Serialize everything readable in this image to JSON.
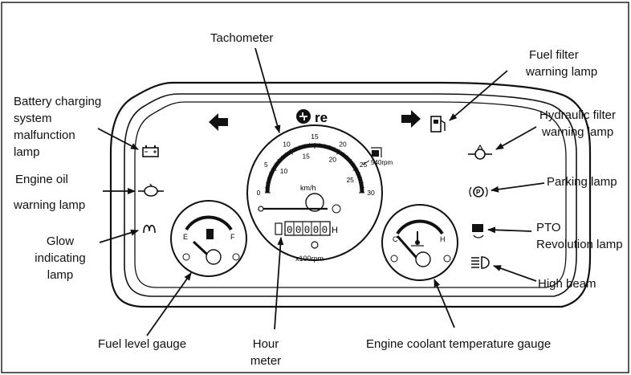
{
  "brand": "re",
  "labels": {
    "tachometer": "Tachometer",
    "fuel_filter": [
      "Fuel filter",
      "warning lamp"
    ],
    "battery": [
      "Battery charging",
      "system",
      "malfunction",
      "lamp"
    ],
    "hydraulic_filter": [
      "Hydraulic filter",
      "warning lamp"
    ],
    "engine_oil": [
      "Engine oil",
      "warning lamp"
    ],
    "parking": "Parking lamp",
    "glow": [
      "Glow",
      "indicating",
      "lamp"
    ],
    "pto": [
      "PTO",
      "Revolution lamp"
    ],
    "high_beam": "High beam",
    "fuel_level": "Fuel level gauge",
    "hour_meter": [
      "Hour",
      "meter"
    ],
    "coolant": "Engine coolant temperature gauge"
  },
  "tachometer": {
    "outer_scale": [
      "0",
      "5",
      "10",
      "15",
      "20",
      "25",
      "30"
    ],
    "inner_scale": [
      "10",
      "15",
      "20",
      "25"
    ],
    "unit": "km/h",
    "rpm_mark": "540rpm",
    "multiplier": "x100rpm",
    "hour_digits": "00000",
    "hour_unit": "H"
  },
  "fuel_gauge": {
    "empty": "E",
    "full": "F"
  },
  "coolant_gauge": {
    "cold": "C",
    "hot": "H"
  },
  "colors": {
    "line": "#111111",
    "background": "#ffffff"
  }
}
